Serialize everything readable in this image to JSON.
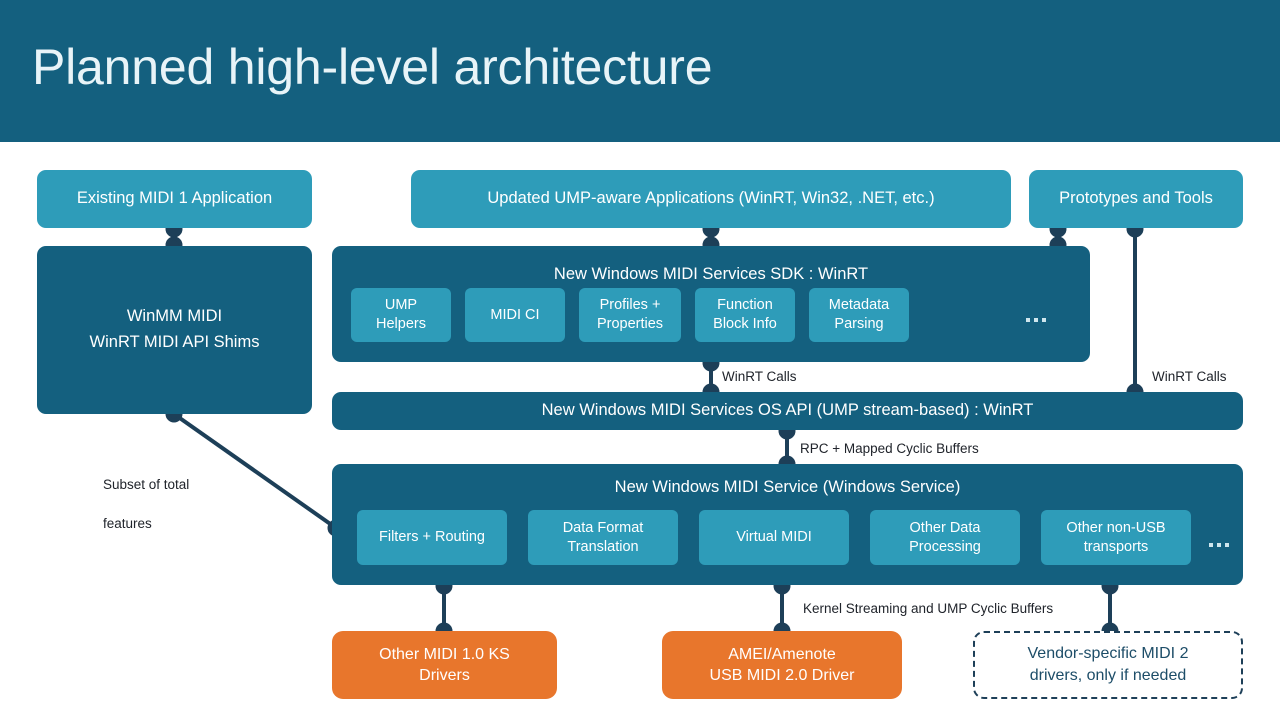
{
  "header": {
    "title": "Planned high-level architecture",
    "background": "#14607f",
    "title_color": "#e8f4f8"
  },
  "colors": {
    "app_teal": "#2e9cb9",
    "container_teal": "#14607f",
    "driver_orange": "#e8762c",
    "connector_navy": "#1d3f58",
    "note_text": "#20242b",
    "dashed_text": "#1d4d68"
  },
  "apps": {
    "existing_midi1": "Existing MIDI 1 Application",
    "updated_ump": "Updated UMP-aware Applications (WinRT, Win32, .NET, etc.)",
    "prototypes": "Prototypes and Tools"
  },
  "shims": {
    "label": "WinMM MIDI\nWinRT MIDI API Shims",
    "line1": "WinMM MIDI",
    "line2": "WinRT MIDI API Shims"
  },
  "sdk": {
    "title": "New Windows MIDI Services SDK : WinRT",
    "chips": [
      {
        "line1": "UMP",
        "line2": "Helpers"
      },
      {
        "line1": "MIDI CI",
        "line2": ""
      },
      {
        "line1": "Profiles +",
        "line2": "Properties"
      },
      {
        "line1": "Function",
        "line2": "Block Info"
      },
      {
        "line1": "Metadata",
        "line2": "Parsing"
      }
    ],
    "more": "..."
  },
  "os_api": {
    "title": "New Windows MIDI Services OS API (UMP stream-based) : WinRT"
  },
  "service": {
    "title": "New Windows MIDI Service (Windows Service)",
    "chips": [
      {
        "line1": "Filters + Routing",
        "line2": ""
      },
      {
        "line1": "Data Format",
        "line2": "Translation"
      },
      {
        "line1": "Virtual MIDI",
        "line2": ""
      },
      {
        "line1": "Other Data",
        "line2": "Processing"
      },
      {
        "line1": "Other non-USB",
        "line2": "transports"
      }
    ],
    "more": "..."
  },
  "drivers": {
    "other_ks": {
      "line1": "Other MIDI 1.0 KS",
      "line2": "Drivers"
    },
    "amei": {
      "line1": "AMEI/Amenote",
      "line2": "USB MIDI 2.0 Driver"
    },
    "vendor": {
      "line1": "Vendor-specific MIDI 2",
      "line2": "drivers, only if needed"
    }
  },
  "connector_labels": {
    "winrt_calls_sdk": "WinRT Calls",
    "winrt_calls_proto": "WinRT Calls",
    "rpc_buffers": "RPC + Mapped Cyclic Buffers",
    "kernel_streaming": "Kernel Streaming and UMP Cyclic Buffers"
  },
  "notes": {
    "subset_line1": "Subset of total",
    "subset_line2": "features"
  }
}
